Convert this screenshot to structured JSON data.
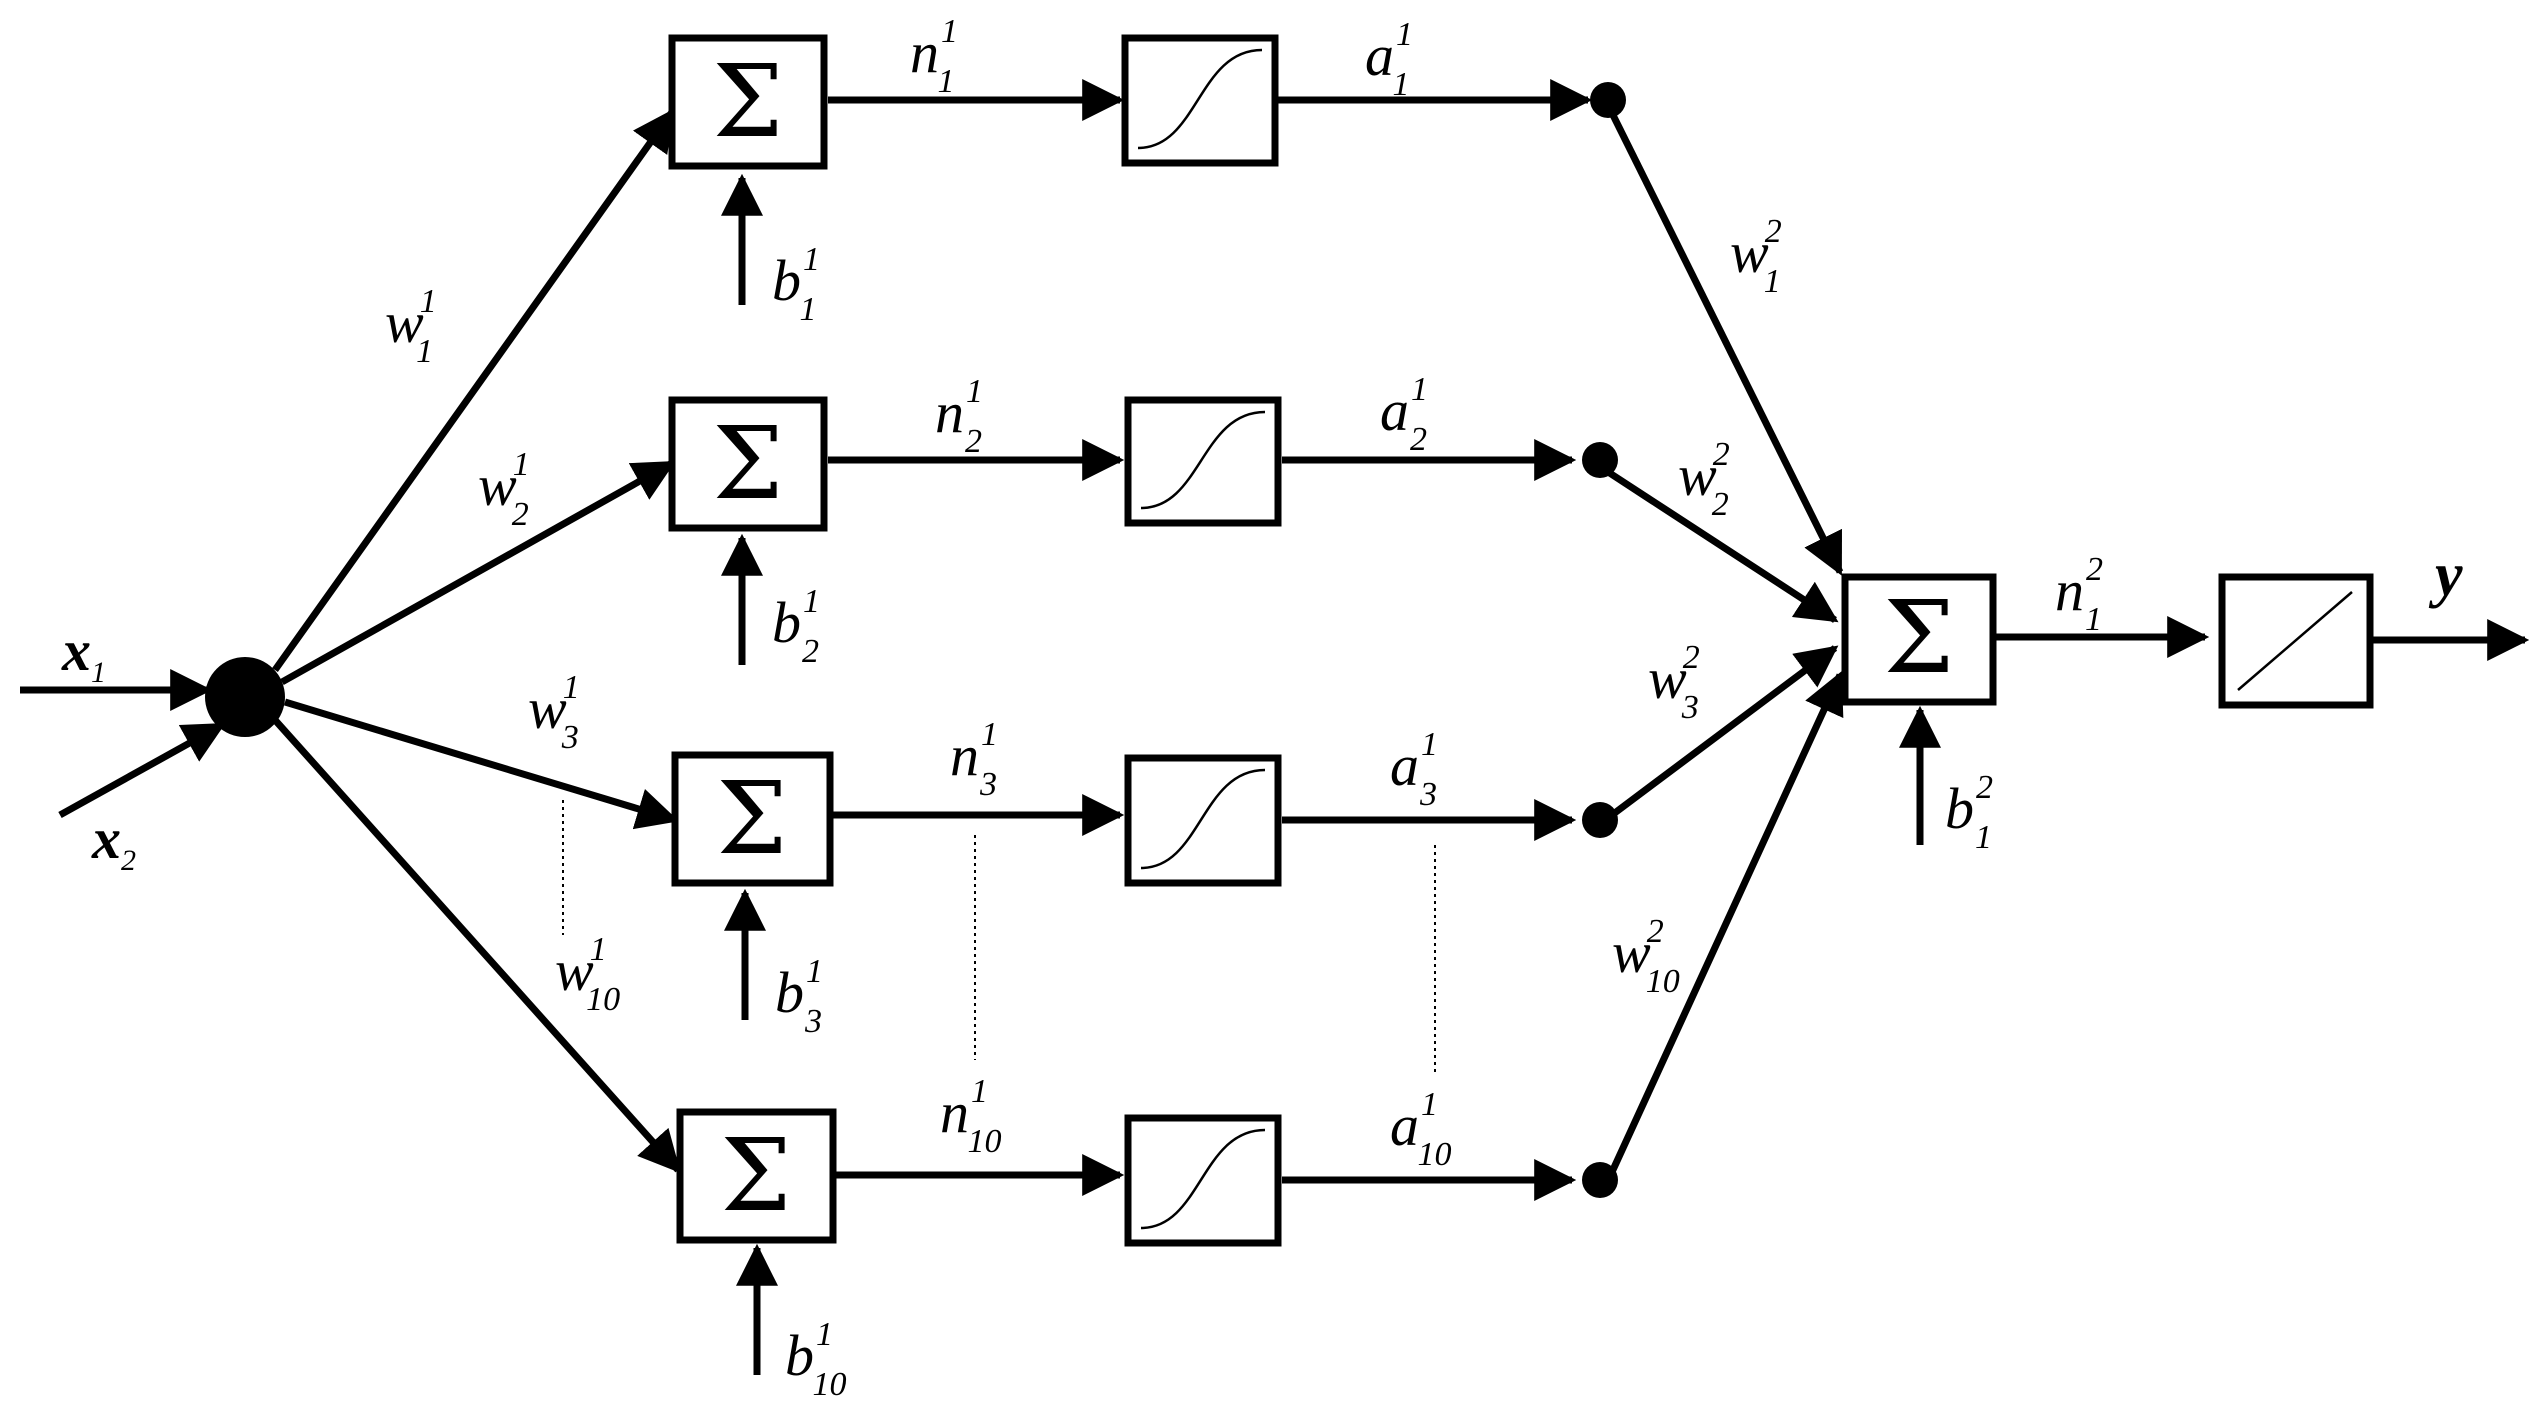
{
  "inputs": {
    "x1": "x",
    "x1_sub": "1",
    "x2": "x",
    "x2_sub": "2"
  },
  "sum_symbol": "Σ",
  "hidden": [
    {
      "w": "w",
      "w_sup": "1",
      "w_sub": "1",
      "b": "b",
      "b_sup": "1",
      "b_sub": "1",
      "n": "n",
      "n_sup": "1",
      "n_sub": "1",
      "a": "a",
      "a_sup": "1",
      "a_sub": "1",
      "w2": "w",
      "w2_sup": "2",
      "w2_sub": "1"
    },
    {
      "w": "w",
      "w_sup": "1",
      "w_sub": "2",
      "b": "b",
      "b_sup": "1",
      "b_sub": "2",
      "n": "n",
      "n_sup": "1",
      "n_sub": "2",
      "a": "a",
      "a_sup": "1",
      "a_sub": "2",
      "w2": "w",
      "w2_sup": "2",
      "w2_sub": "2"
    },
    {
      "w": "w",
      "w_sup": "1",
      "w_sub": "3",
      "b": "b",
      "b_sup": "1",
      "b_sub": "3",
      "n": "n",
      "n_sup": "1",
      "n_sub": "3",
      "a": "a",
      "a_sup": "1",
      "a_sub": "3",
      "w2": "w",
      "w2_sup": "2",
      "w2_sub": "3"
    },
    {
      "w": "w",
      "w_sup": "1",
      "w_sub": "10",
      "b": "b",
      "b_sup": "1",
      "b_sub": "10",
      "n": "n",
      "n_sup": "1",
      "n_sub": "10",
      "a": "a",
      "a_sup": "1",
      "a_sub": "10",
      "w2": "w",
      "w2_sup": "2",
      "w2_sub": "10"
    }
  ],
  "output_layer": {
    "n": "n",
    "n_sup": "2",
    "n_sub": "1",
    "b": "b",
    "b_sup": "2",
    "b_sub": "1",
    "y": "y"
  }
}
